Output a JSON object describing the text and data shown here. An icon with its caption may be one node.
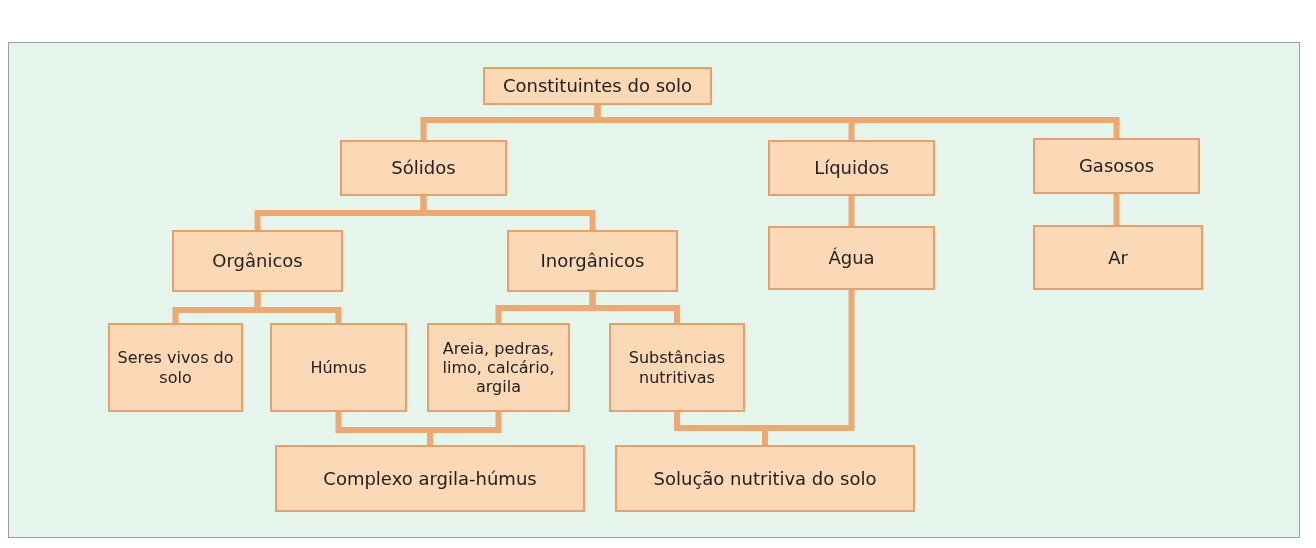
{
  "diagram": {
    "nodes": [
      {
        "text": [
          "Constituintes do solo"
        ]
      },
      {
        "text": [
          "Sólidos"
        ]
      },
      {
        "text": [
          "Líquidos"
        ]
      },
      {
        "text": [
          "Gasosos"
        ]
      },
      {
        "text": [
          "Orgânicos"
        ]
      },
      {
        "text": [
          "Inorgânicos"
        ]
      },
      {
        "text": [
          "Água"
        ]
      },
      {
        "text": [
          "Ar"
        ]
      },
      {
        "text": [
          "Seres vivos do solo"
        ]
      },
      {
        "text": [
          "Húmus"
        ]
      },
      {
        "text": [
          "Areia, pedras, limo, calcário, argila"
        ]
      },
      {
        "text": [
          "Substâncias nutritivas"
        ]
      },
      {
        "text": [
          "Complexo argila-húmus"
        ]
      },
      {
        "text": [
          "Solução nutritiva do solo"
        ]
      }
    ],
    "edges": [
      {
        "from": 0,
        "to": 1,
        "arrow": "none"
      },
      {
        "from": 0,
        "to": 2,
        "arrow": "none"
      },
      {
        "from": 0,
        "to": 3,
        "arrow": "none"
      },
      {
        "from": 1,
        "to": 4,
        "arrow": "none"
      },
      {
        "from": 1,
        "to": 5,
        "arrow": "none"
      },
      {
        "from": 2,
        "to": 6,
        "arrow": "none"
      },
      {
        "from": 3,
        "to": 7,
        "arrow": "none"
      },
      {
        "from": 4,
        "to": 8,
        "arrow": "none"
      },
      {
        "from": 4,
        "to": 9,
        "arrow": "none"
      },
      {
        "from": 5,
        "to": 10,
        "arrow": "none"
      },
      {
        "from": 5,
        "to": 11,
        "arrow": "none"
      },
      {
        "from": 9,
        "to": 12,
        "arrow": "none"
      },
      {
        "from": 10,
        "to": 12,
        "arrow": "none"
      },
      {
        "from": 11,
        "to": 13,
        "arrow": "none"
      },
      {
        "from": 6,
        "to": 13,
        "arrow": "none"
      }
    ]
  }
}
